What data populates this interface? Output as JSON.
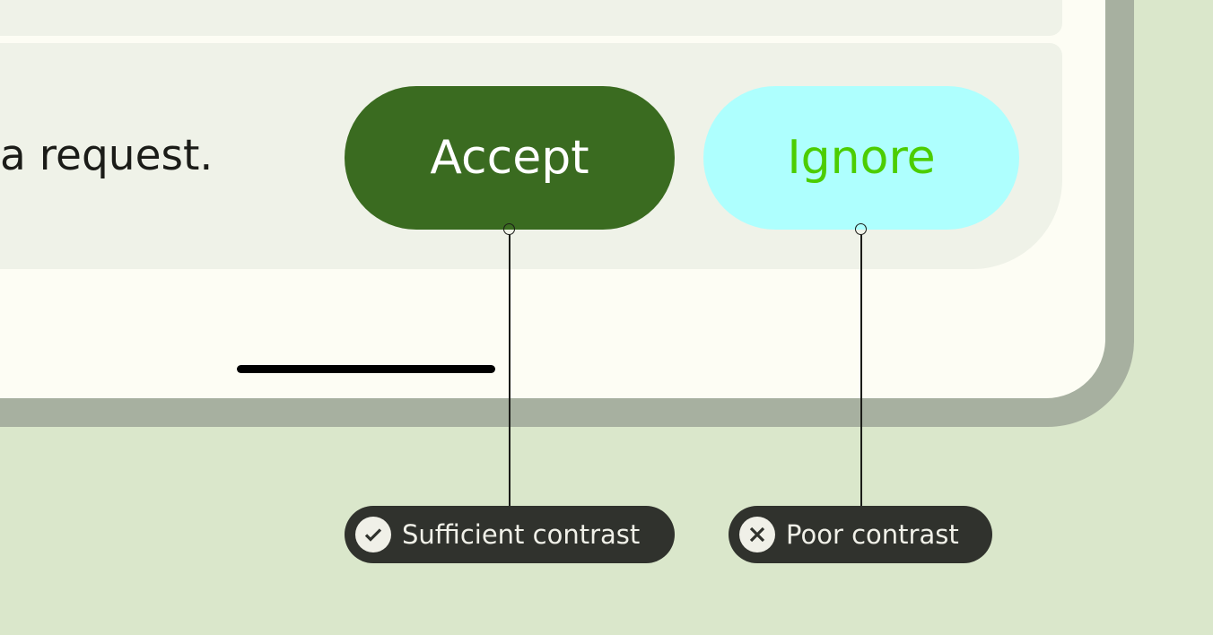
{
  "message": "a request.",
  "buttons": {
    "accept": "Accept",
    "ignore": "Ignore"
  },
  "annotations": [
    {
      "label": "Sufficient contrast",
      "icon": "check-circle-icon"
    },
    {
      "label": "Poor contrast",
      "icon": "x-circle-icon"
    }
  ],
  "colors": {
    "background": "#dae7cb",
    "accept_bg": "#3a6b20",
    "accept_text": "#ffffff",
    "ignore_bg": "#aefffe",
    "ignore_text": "#4ccd00",
    "tag_bg": "#30322d"
  }
}
